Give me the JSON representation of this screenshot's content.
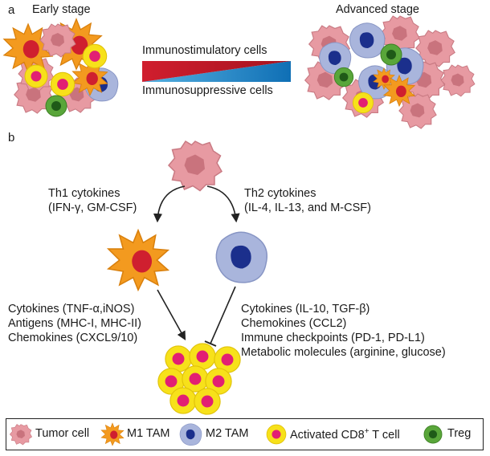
{
  "panel_a": {
    "letter": "a",
    "early_label": "Early stage",
    "advanced_label": "Advanced stage",
    "gradient_top_label": "Immunostimulatory cells",
    "gradient_bottom_label": "Immunosuppressive cells",
    "colors": {
      "stimulatory": "#c8202f",
      "suppressive": "#1a7fc2"
    }
  },
  "panel_b": {
    "letter": "b",
    "th1_title": "Th1 cytokines",
    "th1_detail": "(IFN-γ, GM-CSF)",
    "th2_title": "Th2 cytokines",
    "th2_detail": "(IL-4, IL-13, and M-CSF)",
    "m1_effects": [
      "Cytokines (TNF-α,iNOS)",
      "Antigens (MHC-I, MHC-II)",
      "Chemokines (CXCL9/10)"
    ],
    "m2_effects": [
      "Cytokines (IL-10, TGF-β)",
      "Chemokines (CCL2)",
      "Immune checkpoints (PD-1, PD-L1)",
      "Metabolic molecules (arginine, glucose)"
    ]
  },
  "legend": {
    "tumor": "Tumor cell",
    "m1": "M1 TAM",
    "m2": "M2 TAM",
    "cd8": "Activated CD8",
    "cd8_sup": "+",
    "cd8_suffix": " T cell",
    "treg": "Treg"
  },
  "cell_colors": {
    "tumor": "#e79aa2",
    "tumor_nucleus": "#c9737d",
    "m1": "#f39a1f",
    "m1_nucleus": "#cf1f2f",
    "m2": "#a9b5dc",
    "m2_nucleus": "#1b2f8c",
    "cd8": "#f7e11a",
    "cd8_nucleus": "#e21f73",
    "treg": "#59a63a",
    "treg_nucleus": "#1f5a18"
  }
}
